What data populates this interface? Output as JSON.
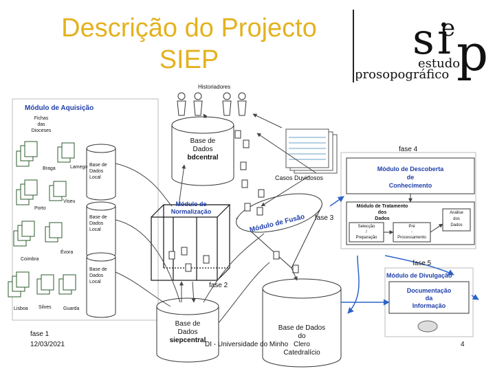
{
  "slide": {
    "title_line1": "Descrição do Projecto",
    "title_line2": "SIEP",
    "footer_date": "12/03/2021",
    "footer_org": "DI - Universidade do Minho",
    "page_number": "4"
  },
  "logo": {
    "mark": "siep",
    "line1": "estudo",
    "line2": "prosopográfico"
  },
  "diagram": {
    "historians": "Historiadores",
    "acquisition_module": "Módulo de Aquisição",
    "fichas": [
      "Fichas",
      "das",
      "Dioceses"
    ],
    "dioceses": [
      "Braga",
      "Lamego",
      "Porto",
      "Viseu",
      "Évora",
      "Coimbra",
      "Lisboa",
      "Silves",
      "Guarda"
    ],
    "local_db": [
      "Base de",
      "Dados",
      "Local"
    ],
    "central_db": [
      "Base de",
      "Dados",
      "bdcentral"
    ],
    "normalization_module": [
      "Módulo de",
      "Normalização"
    ],
    "fusion_module": "Módulo de Fusão",
    "doubtful_cases": "Casos Duvidosos",
    "phase1": "fase 1",
    "phase2": "fase 2",
    "phase3": "fase 3",
    "phase4": "fase 4",
    "phase5": "fase 5",
    "discovery_module": [
      "Módulo de Descoberta",
      "de",
      "Conhecimento"
    ],
    "treatment_module": [
      "Módulo de Tratamento",
      "dos",
      "Dados"
    ],
    "selection": [
      "Selecção",
      "/",
      "Preparação"
    ],
    "preprocessing": [
      "Pré",
      "-",
      "Processamento"
    ],
    "analysis": [
      "Análise",
      "dos",
      "Dados"
    ],
    "dissemination_module": "Módulo de Divulgação",
    "documentation": [
      "Documentação",
      "da",
      "Informação"
    ],
    "siepcentral_db": [
      "Base de",
      "Dados",
      "siepcentral"
    ],
    "clero_db": [
      "Base de Dados",
      "do",
      "Clero",
      "Catedralício"
    ]
  },
  "colors": {
    "title": "#e3b21f",
    "module_blue": "#1f3fa8",
    "arrow_blue": "#2d63c8"
  }
}
